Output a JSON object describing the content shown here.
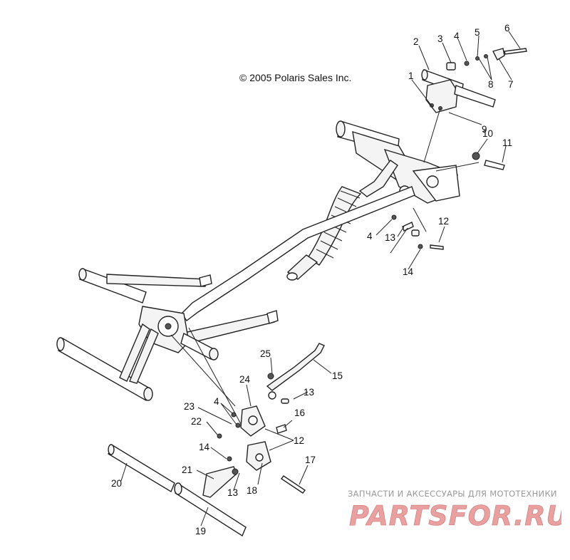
{
  "copyright": "© 2005 Polaris Sales Inc.",
  "watermark": {
    "tagline": "ЗАПЧАСТИ И АКСЕССУАРЫ ДЛЯ МОТОТЕХНИКИ",
    "logo_text": "PARTSFOR.RU",
    "logo_color": "#e8a0a0"
  },
  "callouts": {
    "c1": "1",
    "c2": "2",
    "c3": "3",
    "c4": "4",
    "c5": "5",
    "c6": "6",
    "c7": "7",
    "c8": "8",
    "c9": "9",
    "c10": "10",
    "c11": "11",
    "c12": "12",
    "c4b": "4",
    "c13": "13",
    "c14": "14",
    "c15": "15",
    "c13b": "13",
    "c16": "16",
    "c12b": "12",
    "c17": "17",
    "c18": "18",
    "c13c": "13",
    "c19": "19",
    "c20": "20",
    "c21": "21",
    "c14b": "14",
    "c22": "22",
    "c23": "23",
    "c4c": "4",
    "c24": "24",
    "c25": "25"
  }
}
